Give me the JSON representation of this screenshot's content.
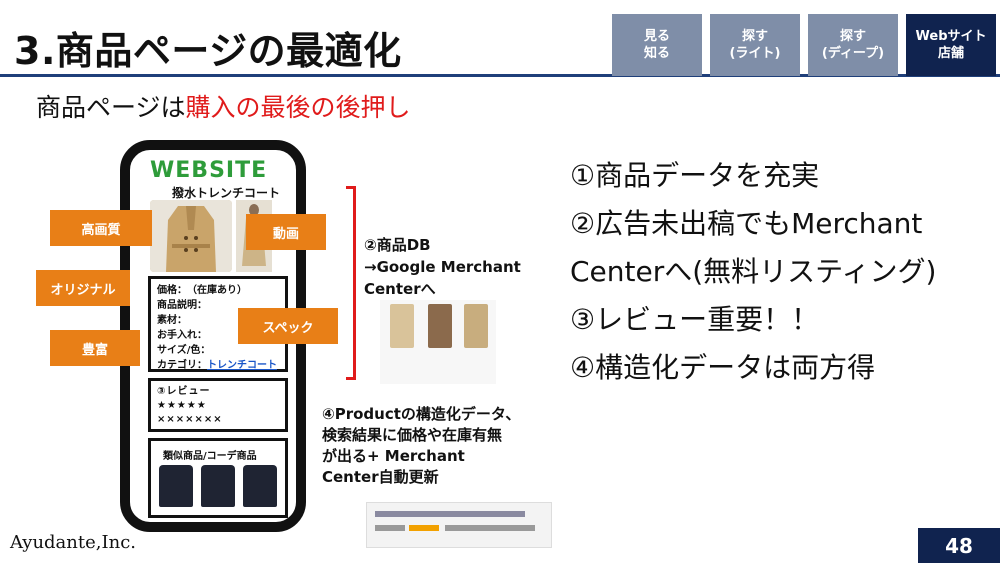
{
  "header": {
    "title": "3.商品ページの最適化",
    "tabs": [
      {
        "line1": "見る",
        "line2": "知る"
      },
      {
        "line1": "探す",
        "line2": "(ライト)"
      },
      {
        "line1": "探す",
        "line2": "(ディープ)"
      },
      {
        "line1": "Webサイト",
        "line2": "店舗"
      }
    ],
    "colors": {
      "tab": "#7f8ea8",
      "tab_active": "#10234f",
      "rule": "#1f3f7a"
    }
  },
  "subtitle": {
    "prefix": "商品ページは",
    "highlight": "購入の最後の後押し",
    "highlight_color": "#e01b1b"
  },
  "phone": {
    "logo": "WEBSITE",
    "product_name": "撥水トレンチコート",
    "info": {
      "price": "価格：　（在庫あり）",
      "description": "商品説明：",
      "material": "素材：",
      "care": "お手入れ：",
      "size_color": "サイズ/色：",
      "category_label": "カテゴリ：",
      "category_link": "トレンチコート"
    },
    "review": {
      "title": "③レビュー",
      "stars": "★★★★★",
      "crosses": "×××××××"
    },
    "similar_title": "類似商品/コーデ商品"
  },
  "tags": {
    "high_quality": "高画質",
    "video": "動画",
    "original": "オリジナル",
    "spec": "スペック",
    "rich": "豊富",
    "color": "#e87f17"
  },
  "middle": {
    "db_line1": "②商品DB",
    "db_line2": "→Google Merchant",
    "db_line3": "Centerへ",
    "structured_line1": "④Productの構造化データ、",
    "structured_line2": "検索結果に価格や在庫有無",
    "structured_line3": "が出る+ Merchant",
    "structured_line4": "Center自動更新"
  },
  "bullets": [
    "①商品データを充実",
    "②広告未出稿でもMerchant",
    "Centerへ(無料リスティング)",
    "③レビュー重要！！",
    "④構造化データは両方得"
  ],
  "footer": {
    "logo": "Ayudante,Inc.",
    "page": "48"
  }
}
